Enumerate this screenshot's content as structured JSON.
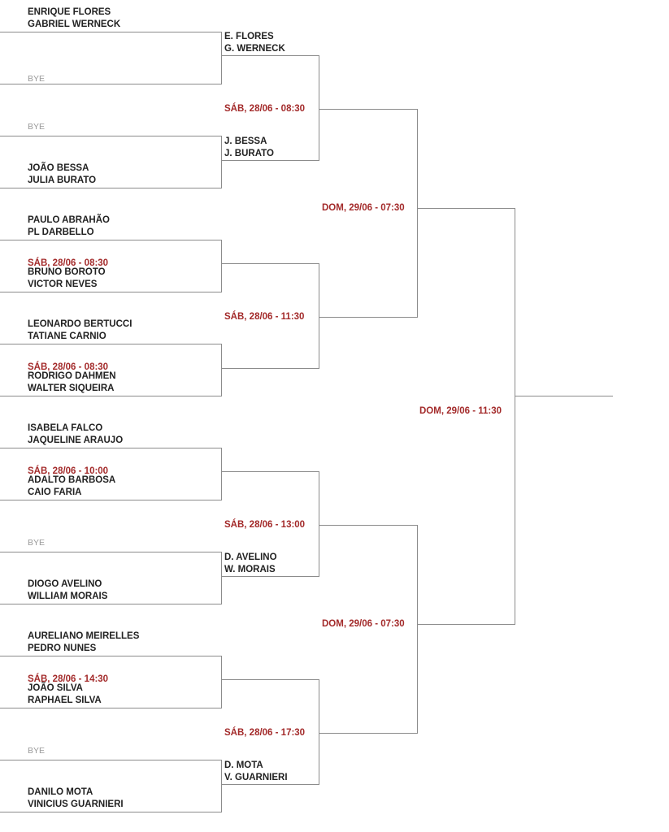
{
  "colors": {
    "line": "#8c8c8c",
    "name": "#222222",
    "time": "#a32a2a",
    "bye": "#9a9a9a"
  },
  "round1": [
    {
      "a": [
        "ENRIQUE FLORES",
        "GABRIEL WERNECK"
      ],
      "b": "BYE",
      "time": ""
    },
    {
      "a": "BYE",
      "b": [
        "JOÃO BESSA",
        "JULIA BURATO"
      ],
      "time": ""
    },
    {
      "a": [
        "PAULO ABRAHÃO",
        "PL DARBELLO"
      ],
      "b": [
        "BRUNO BOROTO",
        "VICTOR NEVES"
      ],
      "time": "SÁB, 28/06 - 08:30"
    },
    {
      "a": [
        "LEONARDO BERTUCCI",
        "TATIANE CARNIO"
      ],
      "b": [
        "RODRIGO DAHMEN",
        "WALTER SIQUEIRA"
      ],
      "time": "SÁB, 28/06 - 08:30"
    },
    {
      "a": [
        "ISABELA FALCO",
        "JAQUELINE ARAUJO"
      ],
      "b": [
        "ADALTO BARBOSA",
        "CAIO FARIA"
      ],
      "time": "SÁB, 28/06 - 10:00"
    },
    {
      "a": "BYE",
      "b": [
        "DIOGO AVELINO",
        "WILLIAM MORAIS"
      ],
      "time": ""
    },
    {
      "a": [
        "AURELIANO MEIRELLES",
        "PEDRO NUNES"
      ],
      "b": [
        "JOÃO SILVA",
        "RAPHAEL SILVA"
      ],
      "time": "SÁB, 28/06 - 14:30"
    },
    {
      "a": "BYE",
      "b": [
        "DANILO MOTA",
        "VINICIUS GUARNIERI"
      ],
      "time": ""
    }
  ],
  "round2": [
    {
      "winner": [
        "E. FLORES",
        "G. WERNECK"
      ],
      "time": ""
    },
    {
      "winner": [
        "J. BESSA",
        "J. BURATO"
      ],
      "time": ""
    },
    {
      "winner": [],
      "time": ""
    },
    {
      "winner": [],
      "time": ""
    },
    {
      "winner": [],
      "time": ""
    },
    {
      "winner": [
        "D. AVELINO",
        "W. MORAIS"
      ],
      "time": ""
    },
    {
      "winner": [],
      "time": ""
    },
    {
      "winner": [
        "D. MOTA",
        "V. GUARNIERI"
      ],
      "time": ""
    }
  ],
  "round3": [
    {
      "time": "SÁB, 28/06 - 08:30"
    },
    {
      "time": "SÁB, 28/06 - 11:30"
    },
    {
      "time": "SÁB, 28/06 - 13:00"
    },
    {
      "time": "SÁB, 28/06 - 17:30"
    }
  ],
  "round4": [
    {
      "time": "DOM, 29/06 - 07:30"
    },
    {
      "time": "DOM, 29/06 - 07:30"
    }
  ],
  "final": {
    "time": "DOM, 29/06 - 11:30"
  }
}
